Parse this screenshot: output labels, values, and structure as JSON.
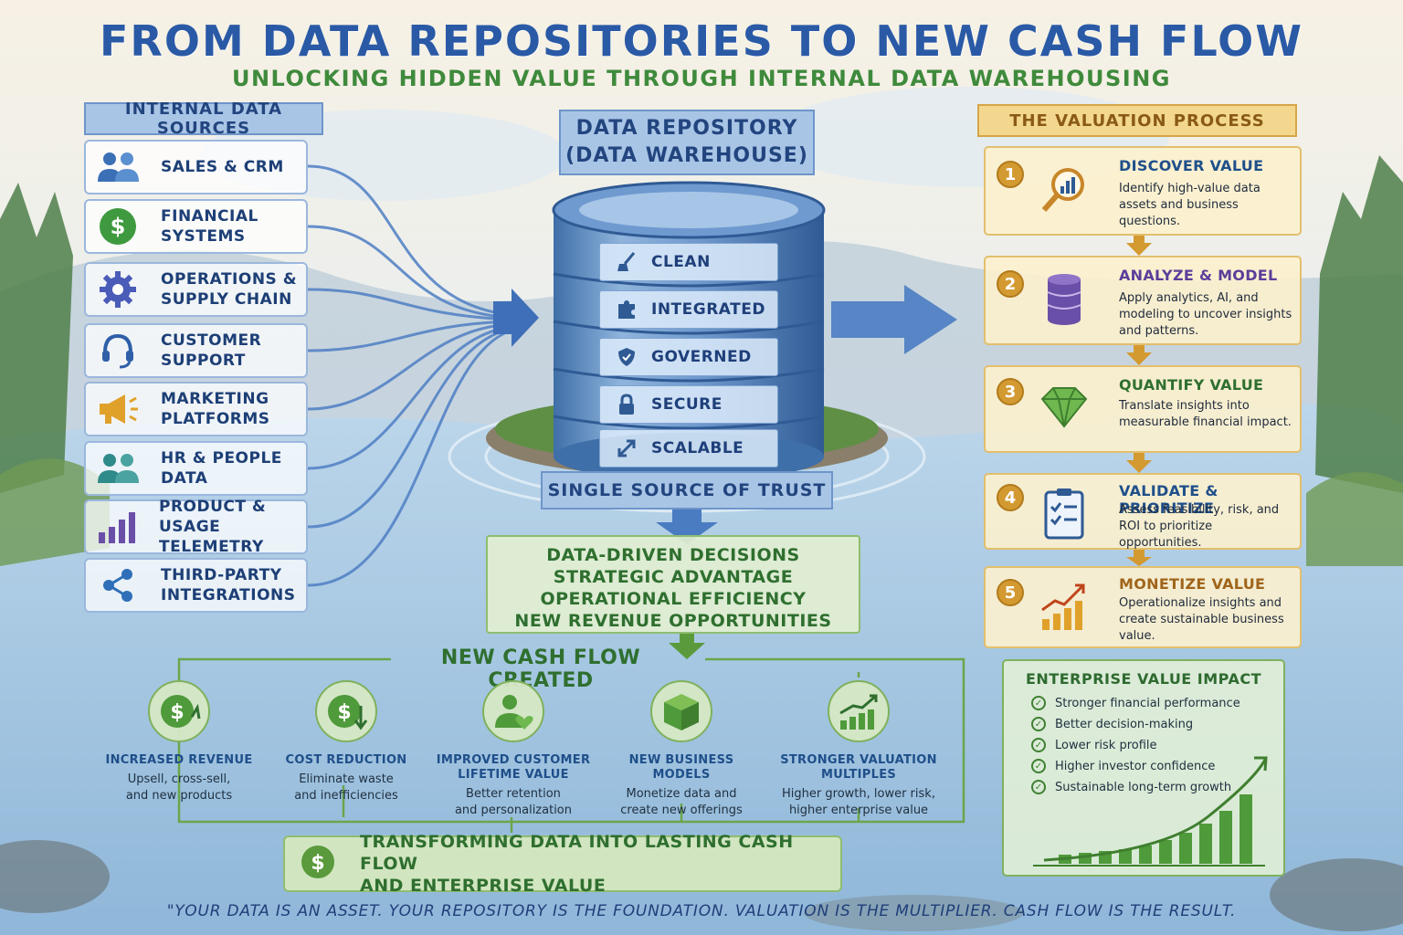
{
  "title": "FROM DATA REPOSITORIES TO NEW CASH FLOW",
  "subtitle": "UNLOCKING HIDDEN VALUE THROUGH INTERNAL DATA WAREHOUSING",
  "sources": {
    "heading": "INTERNAL DATA SOURCES",
    "items": [
      {
        "line1": "SALES & CRM",
        "line2": "",
        "icon": "people-icon",
        "color": "#3b6fb6"
      },
      {
        "line1": "FINANCIAL",
        "line2": "SYSTEMS",
        "icon": "dollar-icon",
        "color": "#3f9a3f"
      },
      {
        "line1": "OPERATIONS &",
        "line2": "SUPPLY CHAIN",
        "icon": "gear-icon",
        "color": "#4a5bb8"
      },
      {
        "line1": "CUSTOMER",
        "line2": "SUPPORT",
        "icon": "headset-icon",
        "color": "#2f5fa8"
      },
      {
        "line1": "MARKETING",
        "line2": "PLATFORMS",
        "icon": "megaphone-icon",
        "color": "#e0a12b"
      },
      {
        "line1": "HR & PEOPLE",
        "line2": "DATA",
        "icon": "team-icon",
        "color": "#2f8a8a"
      },
      {
        "line1": "PRODUCT & USAGE",
        "line2": "TELEMETRY",
        "icon": "bar-chart-icon",
        "color": "#6a4fa8"
      },
      {
        "line1": "THIRD-PARTY",
        "line2": "INTEGRATIONS",
        "icon": "share-icon",
        "color": "#2f6fb8"
      }
    ]
  },
  "repository": {
    "title_line1": "DATA REPOSITORY",
    "title_line2": "(DATA WAREHOUSE)",
    "layers": [
      {
        "label": "CLEAN",
        "icon": "broom-icon"
      },
      {
        "label": "INTEGRATED",
        "icon": "puzzle-icon"
      },
      {
        "label": "GOVERNED",
        "icon": "shield-icon"
      },
      {
        "label": "SECURE",
        "icon": "lock-icon"
      },
      {
        "label": "SCALABLE",
        "icon": "expand-arrows-icon"
      }
    ],
    "trust": "SINGLE SOURCE OF TRUST"
  },
  "outcomes": [
    "DATA-DRIVEN DECISIONS",
    "STRATEGIC ADVANTAGE",
    "OPERATIONAL EFFICIENCY",
    "NEW REVENUE OPPORTUNITIES"
  ],
  "cash_flow": {
    "heading": "NEW CASH FLOW CREATED",
    "benefits": [
      {
        "title": "INCREASED REVENUE",
        "title2": "",
        "desc1": "Upsell, cross-sell,",
        "desc2": "and new products",
        "icon": "dollar-up-icon"
      },
      {
        "title": "COST REDUCTION",
        "title2": "",
        "desc1": "Eliminate waste",
        "desc2": "and inefficiencies",
        "icon": "dollar-down-icon"
      },
      {
        "title": "IMPROVED CUSTOMER",
        "title2": "LIFETIME VALUE",
        "desc1": "Better retention",
        "desc2": "and personalization",
        "icon": "customer-heart-icon"
      },
      {
        "title": "NEW BUSINESS",
        "title2": "MODELS",
        "desc1": "Monetize data and",
        "desc2": "create new offerings",
        "icon": "cube-icon"
      },
      {
        "title": "STRONGER VALUATION",
        "title2": "MULTIPLES",
        "desc1": "Higher growth, lower risk,",
        "desc2": "higher enterprise value",
        "icon": "growth-chart-icon"
      }
    ],
    "transform_line1": "TRANSFORMING DATA INTO LASTING CASH FLOW",
    "transform_line2": "AND ENTERPRISE VALUE"
  },
  "valuation": {
    "heading": "THE VALUATION PROCESS",
    "steps": [
      {
        "num": "1",
        "title": "DISCOVER VALUE",
        "color": "#1f4f8a",
        "desc": "Identify high-value data assets and business questions.",
        "icon": "magnifier-chart-icon"
      },
      {
        "num": "2",
        "title": "ANALYZE & MODEL",
        "color": "#5a3f9a",
        "desc": "Apply analytics, AI, and modeling to uncover insights and patterns.",
        "icon": "database-icon"
      },
      {
        "num": "3",
        "title": "QUANTIFY VALUE",
        "color": "#2f6f2f",
        "desc": "Translate insights into measurable financial impact.",
        "icon": "gem-icon"
      },
      {
        "num": "4",
        "title": "VALIDATE & PRIORITIZE",
        "color": "#1f4f8a",
        "desc": "Assess feasibility, risk, and ROI to prioritize opportunities.",
        "icon": "clipboard-check-icon"
      },
      {
        "num": "5",
        "title": "MONETIZE VALUE",
        "color": "#a0651a",
        "desc": "Operationalize insights and create sustainable business value.",
        "icon": "rising-bars-icon"
      }
    ]
  },
  "impact": {
    "title": "ENTERPRISE VALUE IMPACT",
    "items": [
      "Stronger financial performance",
      "Better decision-making",
      "Lower risk profile",
      "Higher investor confidence",
      "Sustainable long-term growth"
    ]
  },
  "quote": "\"YOUR DATA IS AN ASSET.  YOUR REPOSITORY IS THE FOUNDATION.  VALUATION IS THE MULTIPLIER.  CASH FLOW IS THE RESULT."
}
